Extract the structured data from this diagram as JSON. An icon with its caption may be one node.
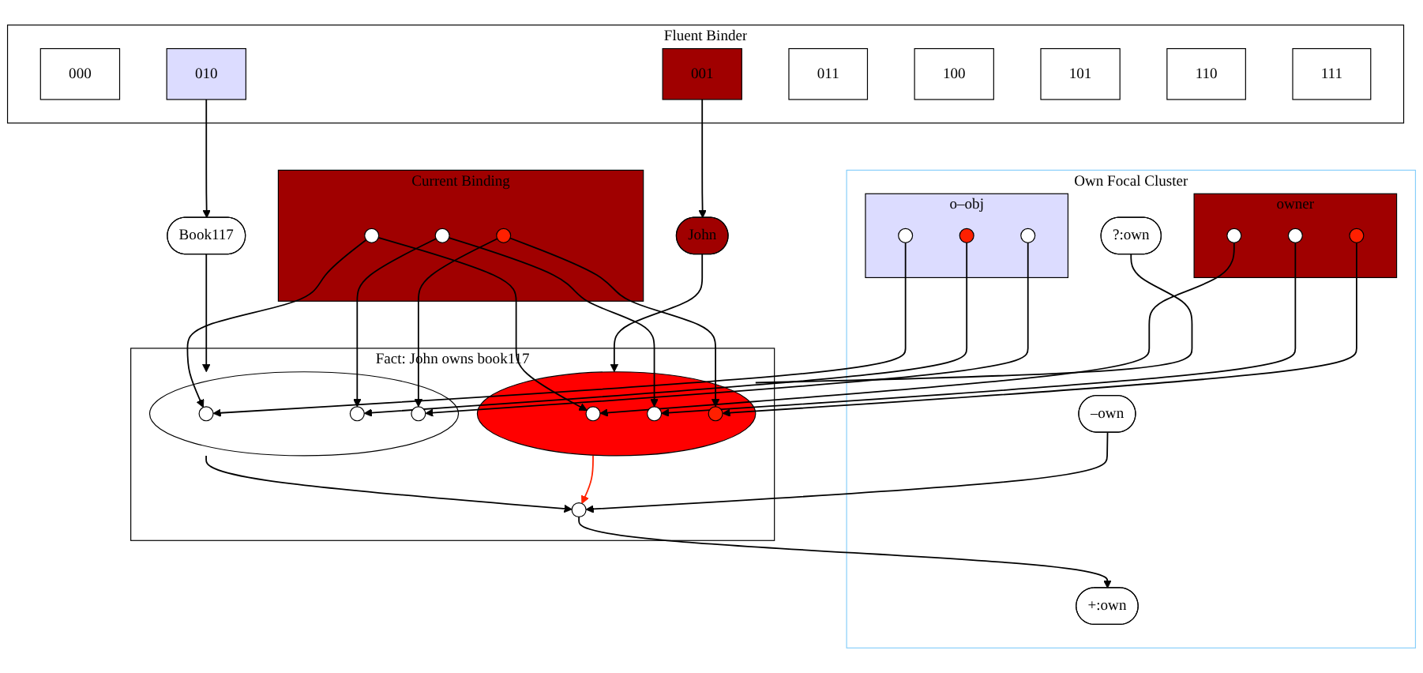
{
  "diagram": {
    "nodes": [
      {
        "text": [
          "Fluent Binder"
        ]
      },
      {
        "text": [
          "000"
        ],
        "in": 0
      },
      {
        "text": [
          "001"
        ],
        "in": 0
      },
      {
        "text": [
          "010"
        ],
        "in": 0
      },
      {
        "text": [
          "011"
        ],
        "in": 0
      },
      {
        "text": [
          "100"
        ],
        "in": 0
      },
      {
        "text": [
          "101"
        ],
        "in": 0
      },
      {
        "text": [
          "110"
        ],
        "in": 0
      },
      {
        "text": [
          "111"
        ],
        "in": 0
      },
      {
        "text": [
          "Current Binding"
        ]
      },
      {
        "text": [],
        "shape": "circle",
        "in": 9
      },
      {
        "text": [],
        "shape": "circle",
        "in": 9
      },
      {
        "text": [],
        "shape": "circle",
        "in": 9
      },
      {
        "text": [
          "Own Focal Cluster"
        ]
      },
      {
        "text": [
          "+:own"
        ],
        "in": 13
      },
      {
        "text": [
          "–own"
        ],
        "in": 13
      },
      {
        "text": [
          "?:own"
        ],
        "in": 13
      },
      {
        "text": [
          "owner"
        ],
        "in": 13
      },
      {
        "text": [],
        "shape": "circle",
        "in": 17
      },
      {
        "text": [],
        "shape": "circle",
        "in": 17
      },
      {
        "text": [],
        "shape": "circle",
        "in": 17
      },
      {
        "text": [
          "o–obj"
        ],
        "in": 13
      },
      {
        "text": [],
        "shape": "circle",
        "in": 21
      },
      {
        "text": [],
        "shape": "circle",
        "in": 21
      },
      {
        "text": [],
        "shape": "circle",
        "in": 21
      },
      {
        "text": [
          "Fact: John owns book117"
        ]
      },
      {
        "text": [],
        "shape": "circle",
        "in": 25
      },
      {
        "text": [],
        "shape": "circle",
        "in": 25
      },
      {
        "text": [],
        "shape": "circle",
        "in": 27
      },
      {
        "text": [],
        "shape": "circle",
        "in": 27
      },
      {
        "text": [],
        "shape": "circle",
        "in": 27
      },
      {
        "text": [],
        "shape": "circle",
        "in": 25
      },
      {
        "text": [],
        "shape": "circle",
        "in": 31
      },
      {
        "text": [],
        "shape": "circle",
        "in": 31
      },
      {
        "text": [],
        "shape": "circle",
        "in": 31
      },
      {
        "text": [
          "John"
        ]
      },
      {
        "text": [
          "Book117"
        ]
      }
    ],
    "edges": [
      {
        "from": 2,
        "to": 35,
        "arrow": "to"
      },
      {
        "from": 3,
        "to": 36,
        "arrow": "to"
      },
      {
        "from": 10,
        "to": 28,
        "arrow": "to"
      },
      {
        "from": 10,
        "to": 32,
        "arrow": "to"
      },
      {
        "from": 11,
        "to": 29,
        "arrow": "to"
      },
      {
        "from": 11,
        "to": 33,
        "arrow": "to"
      },
      {
        "from": 12,
        "to": 30,
        "arrow": "to"
      },
      {
        "from": 12,
        "to": 34,
        "arrow": "to"
      },
      {
        "from": 18,
        "to": 28,
        "arrow": "to"
      },
      {
        "from": 19,
        "to": 29,
        "arrow": "to"
      },
      {
        "from": 20,
        "to": 30,
        "arrow": "to"
      },
      {
        "from": 22,
        "to": 32,
        "arrow": "to"
      },
      {
        "from": 23,
        "to": 33,
        "arrow": "to"
      },
      {
        "from": 24,
        "to": 34,
        "arrow": "to"
      },
      {
        "from": 15,
        "to": 26,
        "arrow": "to"
      },
      {
        "from": 16,
        "to": 27,
        "arrow": "none"
      },
      {
        "from": 26,
        "to": 14,
        "arrow": "to"
      },
      {
        "from": 35,
        "to": 27,
        "arrow": "to"
      },
      {
        "from": 36,
        "to": 31,
        "arrow": "to"
      },
      {
        "from": 31,
        "to": 26,
        "arrow": "to"
      },
      {
        "from": 27,
        "to": 26,
        "arrow": "to",
        "color": "#ff2200"
      }
    ]
  }
}
